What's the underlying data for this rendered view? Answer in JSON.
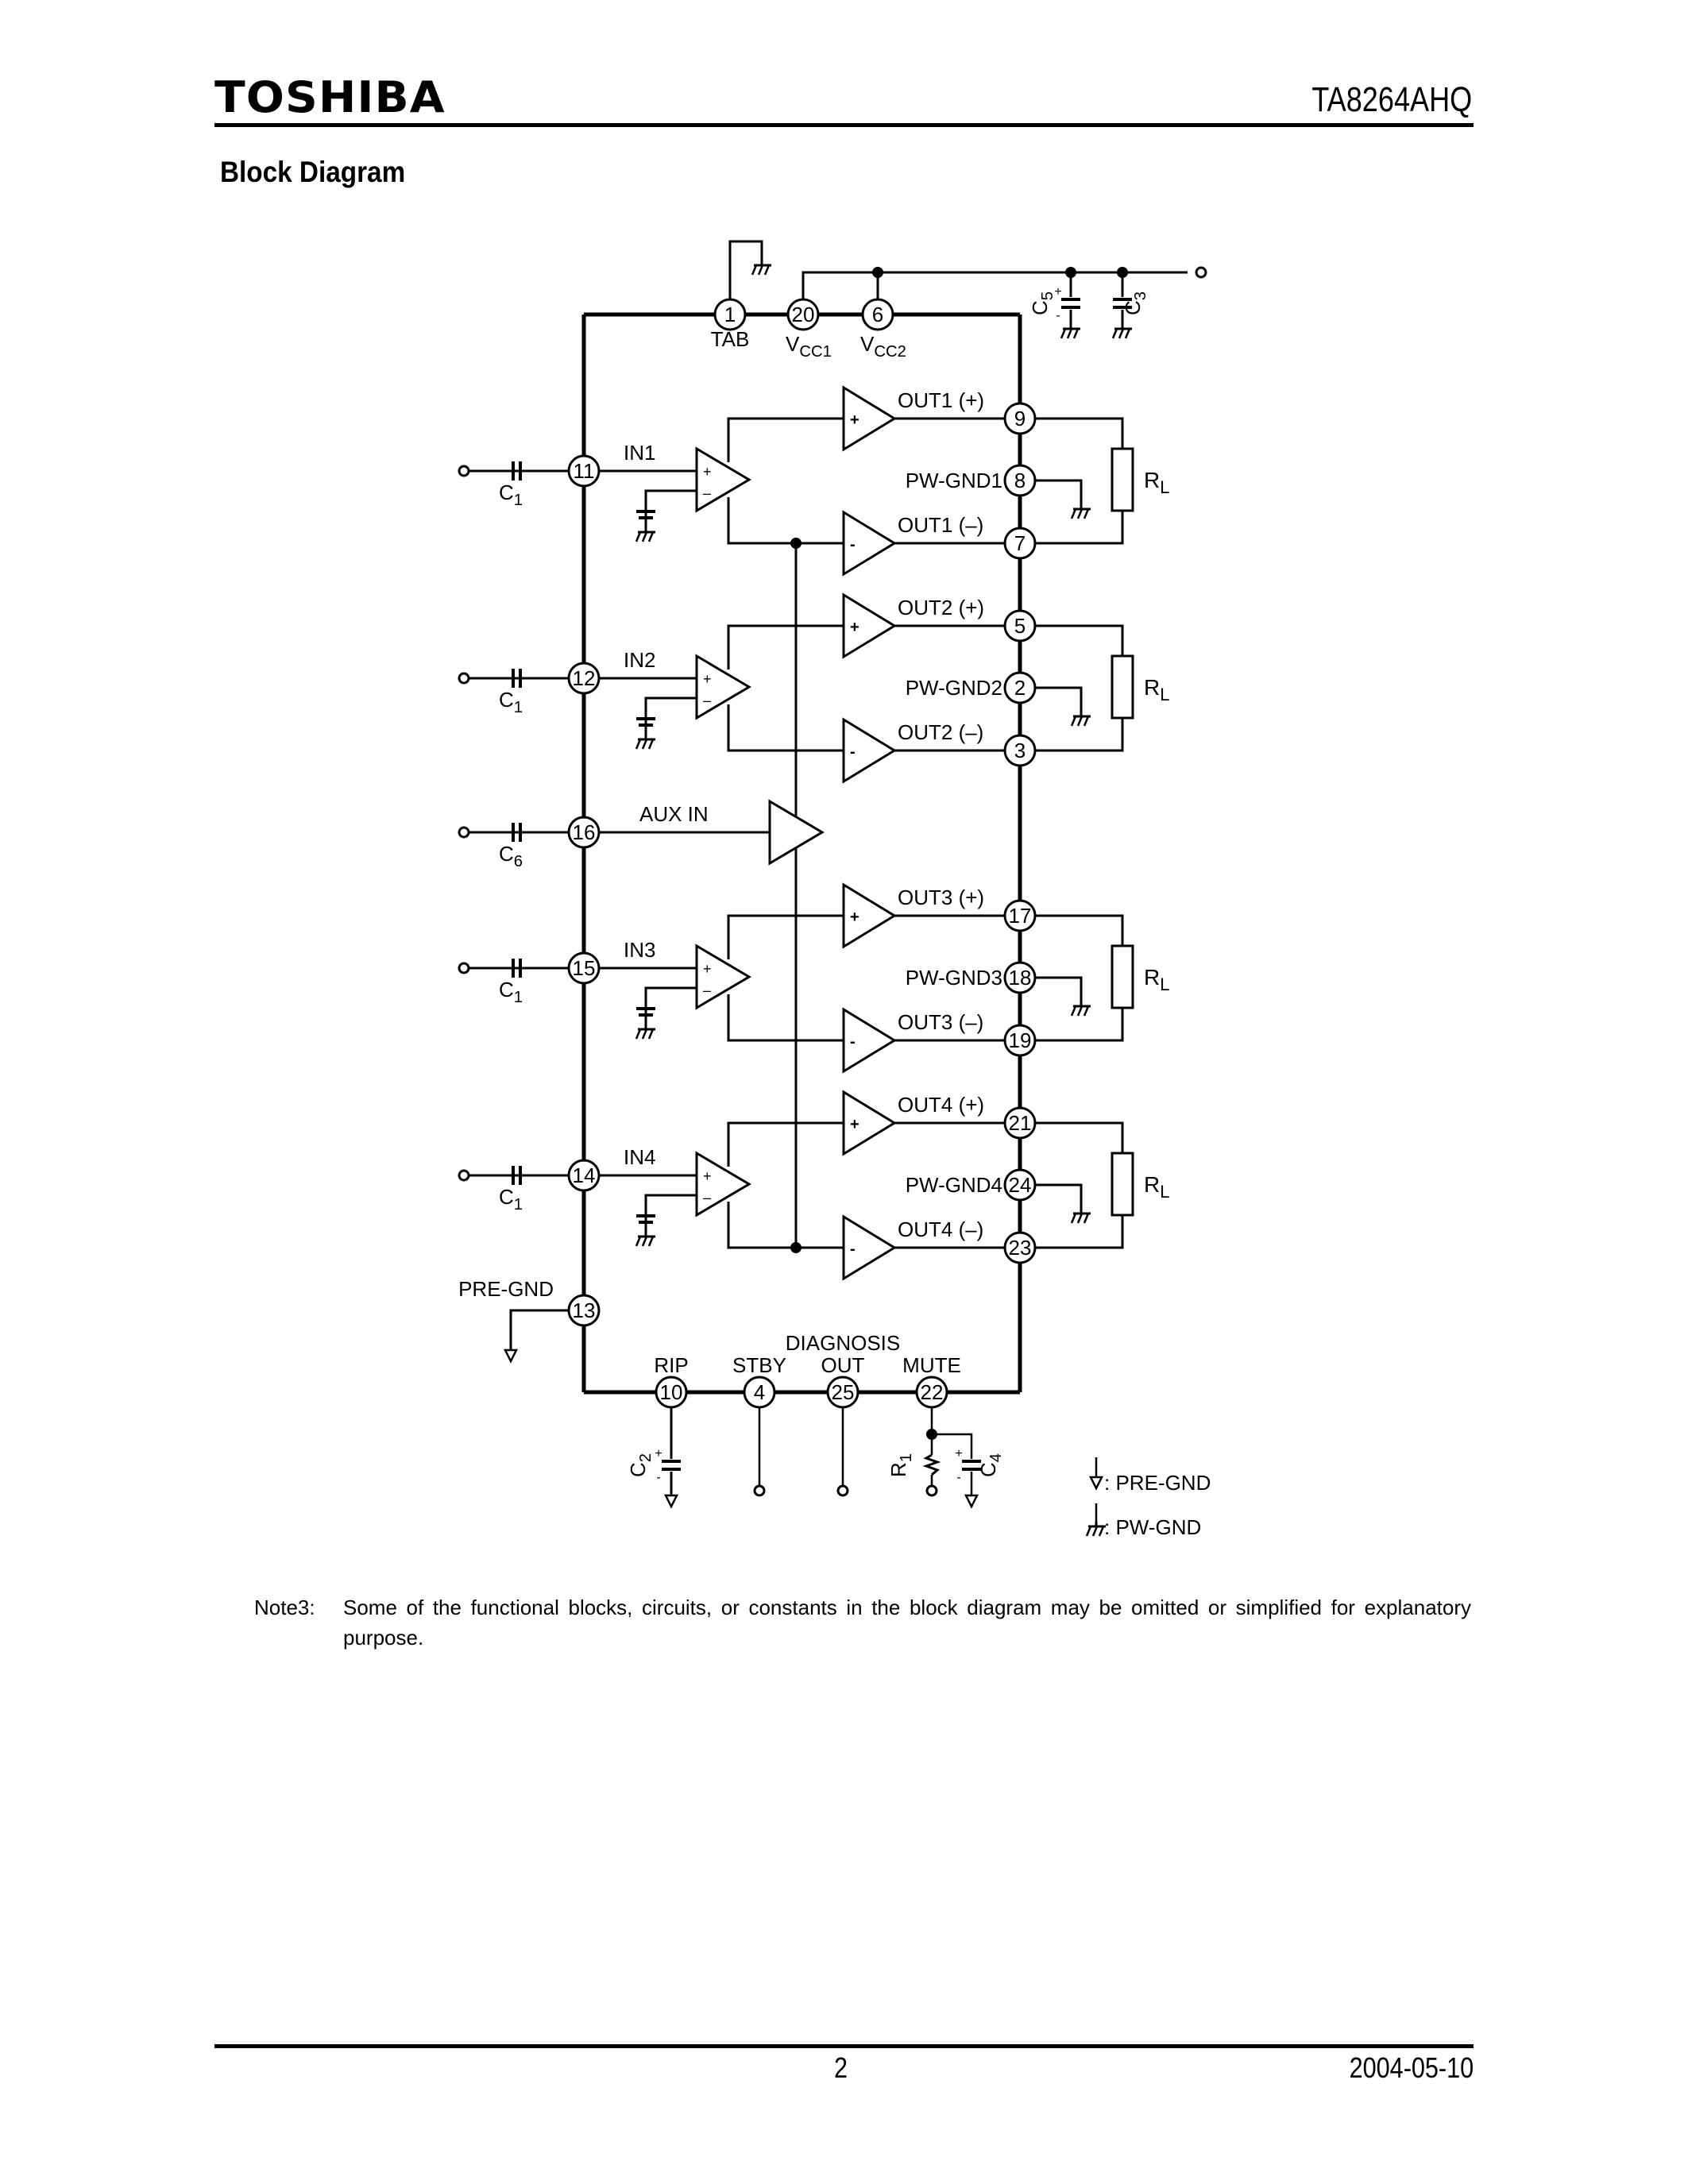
{
  "header": {
    "brand": "TOSHIBA",
    "part_number": "TA8264AHQ",
    "section_title": "Block Diagram"
  },
  "diagram": {
    "top_pins": [
      {
        "pin": "1",
        "label": "TAB",
        "sub": ""
      },
      {
        "pin": "20",
        "label": "V",
        "sub": "CC1"
      },
      {
        "pin": "6",
        "label": "V",
        "sub": "CC2"
      }
    ],
    "supply_caps": [
      {
        "label": "C",
        "sub": "5",
        "polarized": true
      },
      {
        "label": "C",
        "sub": "3",
        "polarized": false
      }
    ],
    "channels": [
      {
        "input_pin": "11",
        "input_label": "IN1",
        "cap_label": "C",
        "cap_sub": "1",
        "out_plus_pin": "9",
        "out_plus_label": "OUT1 (+)",
        "gnd_pin": "8",
        "gnd_label": "PW-GND1",
        "out_minus_pin": "7",
        "out_minus_label": "OUT1 (–)",
        "load_label": "R",
        "load_sub": "L",
        "bus_dot": true
      },
      {
        "input_pin": "12",
        "input_label": "IN2",
        "cap_label": "C",
        "cap_sub": "1",
        "out_plus_pin": "5",
        "out_plus_label": "OUT2 (+)",
        "gnd_pin": "2",
        "gnd_label": "PW-GND2",
        "out_minus_pin": "3",
        "out_minus_label": "OUT2 (–)",
        "load_label": "R",
        "load_sub": "L",
        "bus_dot": false
      },
      {
        "input_pin": "15",
        "input_label": "IN3",
        "cap_label": "C",
        "cap_sub": "1",
        "out_plus_pin": "17",
        "out_plus_label": "OUT3 (+)",
        "gnd_pin": "18",
        "gnd_label": "PW-GND3",
        "out_minus_pin": "19",
        "out_minus_label": "OUT3 (–)",
        "load_label": "R",
        "load_sub": "L",
        "bus_dot": false
      },
      {
        "input_pin": "14",
        "input_label": "IN4",
        "cap_label": "C",
        "cap_sub": "1",
        "out_plus_pin": "21",
        "out_plus_label": "OUT4 (+)",
        "gnd_pin": "24",
        "gnd_label": "PW-GND4",
        "out_minus_pin": "23",
        "out_minus_label": "OUT4 (–)",
        "load_label": "R",
        "load_sub": "L",
        "bus_dot": true
      }
    ],
    "aux": {
      "pin": "16",
      "label": "AUX IN",
      "cap_label": "C",
      "cap_sub": "6"
    },
    "pre_gnd": {
      "pin": "13",
      "label": "PRE-GND"
    },
    "bottom_pins": [
      {
        "pin": "10",
        "label": "RIP",
        "cap_label": "C",
        "cap_sub": "2"
      },
      {
        "pin": "4",
        "label": "STBY"
      },
      {
        "pin": "25",
        "label": "OUT",
        "group_label": "DIAGNOSIS"
      },
      {
        "pin": "22",
        "label": "MUTE",
        "res_label": "R",
        "res_sub": "1",
        "cap_label": "C",
        "cap_sub": "4"
      }
    ],
    "legend": [
      {
        "symbol": "pre-gnd",
        "text": ": PRE-GND"
      },
      {
        "symbol": "pw-gnd",
        "text": ": PW-GND"
      }
    ],
    "amp_signs": {
      "plus": "+",
      "minus": "-",
      "pre_minus": "–"
    }
  },
  "note": {
    "label": "Note3:",
    "text": "Some of the functional blocks, circuits, or constants in the block diagram may be omitted or simplified for explanatory purpose."
  },
  "footer": {
    "page_number": "2",
    "date": "2004-05-10"
  }
}
